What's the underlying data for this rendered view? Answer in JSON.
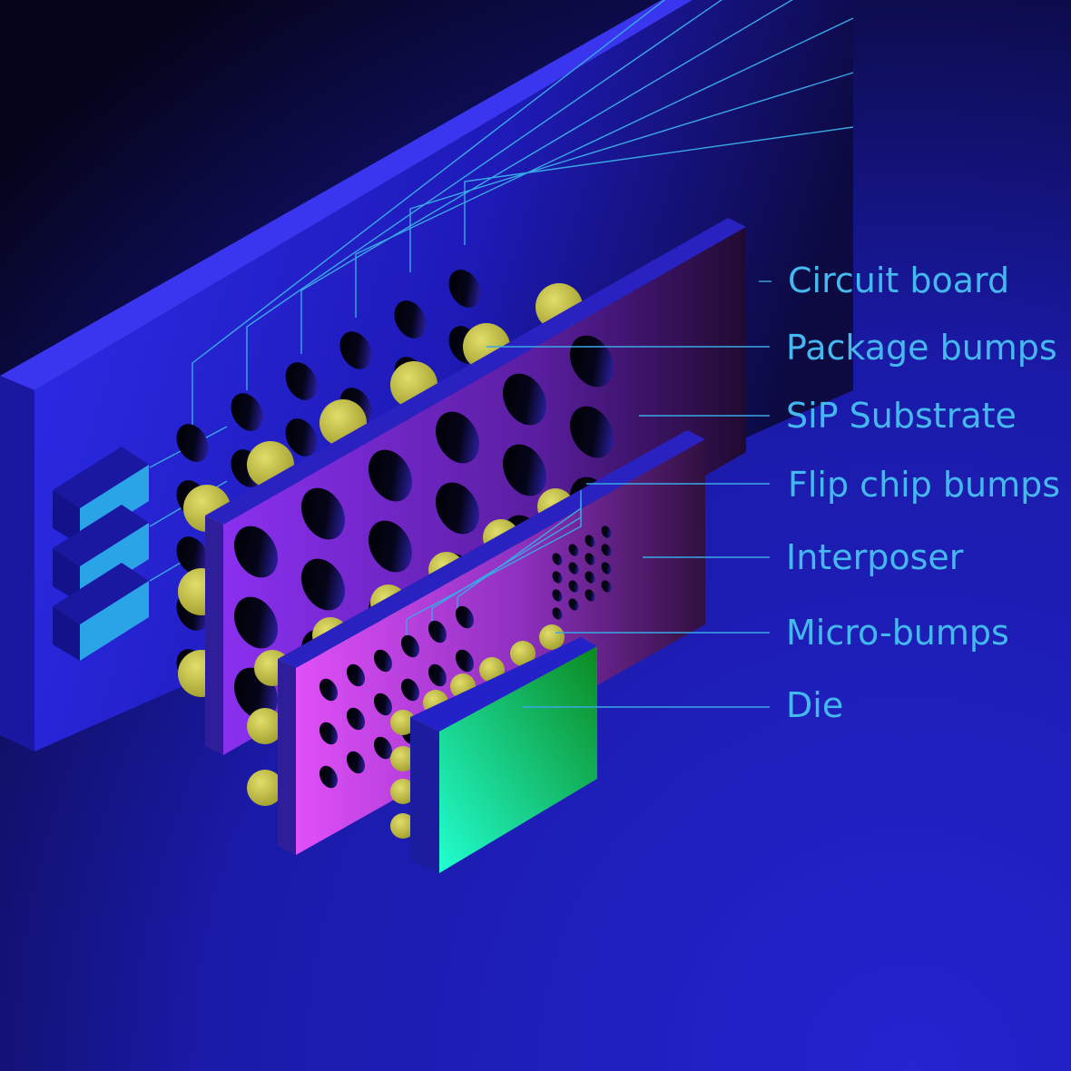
{
  "diagram": {
    "labels": [
      {
        "id": "circuit-board",
        "text": "Circuit board"
      },
      {
        "id": "package-bumps",
        "text": "Package bumps"
      },
      {
        "id": "sip-substrate",
        "text": "SiP Substrate"
      },
      {
        "id": "flip-chip-bumps",
        "text": "Flip chip bumps"
      },
      {
        "id": "interposer",
        "text": "Interposer"
      },
      {
        "id": "micro-bumps",
        "text": "Micro-bumps"
      },
      {
        "id": "die",
        "text": "Die"
      }
    ]
  },
  "colors": {
    "background_top": "#05041a",
    "background_bottom": "#2222cc",
    "label": "#45b8f0",
    "leader_line": "#3aa8e6",
    "circuit_board": "#2a2ae6",
    "substrate": "#8a2be6",
    "interposer": "#d84cf2",
    "die": "#22f5c8",
    "bump": "#c8c44a",
    "contact_pad": "#2a9ee0"
  }
}
